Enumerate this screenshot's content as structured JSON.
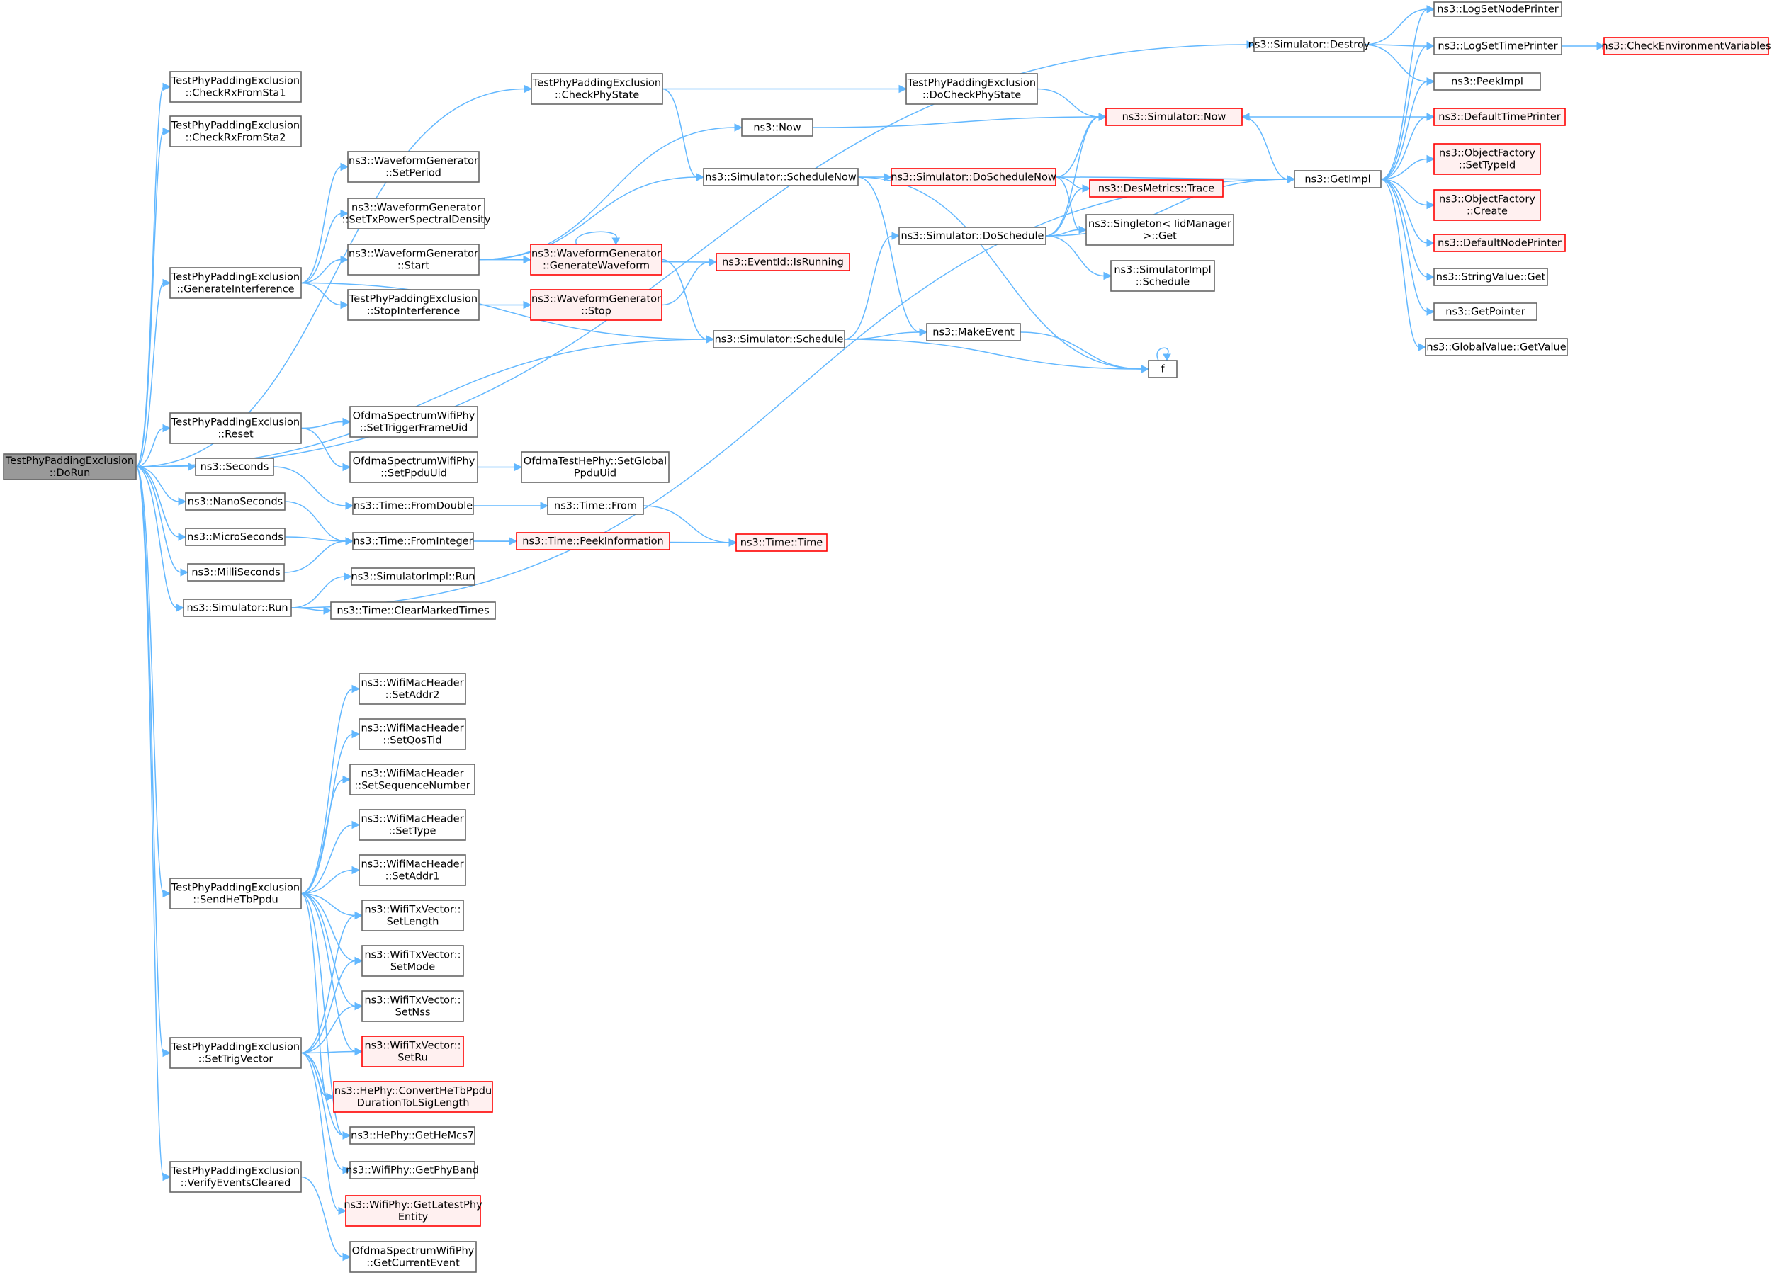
{
  "colors": {
    "edge": "#63b8ff",
    "node_border": "#666666",
    "node_fill": "#ffffff",
    "root_fill": "#999999",
    "truncated_border": "#ff0000",
    "truncated_fill": "#fff0f0",
    "text": "#000000"
  },
  "nodes": [
    {
      "id": "root",
      "lines": [
        "TestPhyPaddingExclusion",
        "::DoRun"
      ],
      "style": "root"
    },
    {
      "id": "checkRxSta1",
      "lines": [
        "TestPhyPaddingExclusion",
        "::CheckRxFromSta1"
      ],
      "style": "normal"
    },
    {
      "id": "checkRxSta2",
      "lines": [
        "TestPhyPaddingExclusion",
        "::CheckRxFromSta2"
      ],
      "style": "normal"
    },
    {
      "id": "checkPhyState",
      "lines": [
        "TestPhyPaddingExclusion",
        "::CheckPhyState"
      ],
      "style": "normal"
    },
    {
      "id": "doCheckPhyState",
      "lines": [
        "TestPhyPaddingExclusion",
        "::DoCheckPhyState"
      ],
      "style": "normal"
    },
    {
      "id": "simDestroy",
      "lines": [
        "ns3::Simulator::Destroy"
      ],
      "style": "normal"
    },
    {
      "id": "logSetNode",
      "lines": [
        "ns3::LogSetNodePrinter"
      ],
      "style": "normal"
    },
    {
      "id": "logSetTime",
      "lines": [
        "ns3::LogSetTimePrinter"
      ],
      "style": "normal"
    },
    {
      "id": "checkEnv",
      "lines": [
        "ns3::CheckEnvironmentVariables"
      ],
      "style": "truncated"
    },
    {
      "id": "peekImpl",
      "lines": [
        "ns3::PeekImpl"
      ],
      "style": "normal"
    },
    {
      "id": "defTimePrinter",
      "lines": [
        "ns3::DefaultTimePrinter"
      ],
      "style": "truncated"
    },
    {
      "id": "ofSetTypeId",
      "lines": [
        "ns3::ObjectFactory",
        "::SetTypeId"
      ],
      "style": "truncated"
    },
    {
      "id": "ofCreate",
      "lines": [
        "ns3::ObjectFactory",
        "::Create"
      ],
      "style": "truncated"
    },
    {
      "id": "defNodePrinter",
      "lines": [
        "ns3::DefaultNodePrinter"
      ],
      "style": "truncated"
    },
    {
      "id": "strValGet",
      "lines": [
        "ns3::StringValue::Get"
      ],
      "style": "normal"
    },
    {
      "id": "getPointer",
      "lines": [
        "ns3::GetPointer"
      ],
      "style": "normal"
    },
    {
      "id": "gvGetValue",
      "lines": [
        "ns3::GlobalValue::GetValue"
      ],
      "style": "normal"
    },
    {
      "id": "getImpl",
      "lines": [
        "ns3::GetImpl"
      ],
      "style": "normal"
    },
    {
      "id": "simNow",
      "lines": [
        "ns3::Simulator::Now"
      ],
      "style": "truncated"
    },
    {
      "id": "now",
      "lines": [
        "ns3::Now"
      ],
      "style": "normal"
    },
    {
      "id": "schedNow",
      "lines": [
        "ns3::Simulator::ScheduleNow"
      ],
      "style": "normal"
    },
    {
      "id": "doSchedNow",
      "lines": [
        "ns3::Simulator::DoScheduleNow"
      ],
      "style": "truncated"
    },
    {
      "id": "desTrace",
      "lines": [
        "ns3::DesMetrics::Trace"
      ],
      "style": "truncated"
    },
    {
      "id": "singletonGet",
      "lines": [
        "ns3::Singleton< IidManager",
        ">::Get"
      ],
      "style": "normal"
    },
    {
      "id": "doSchedule",
      "lines": [
        "ns3::Simulator::DoSchedule"
      ],
      "style": "normal"
    },
    {
      "id": "simImplSchedule",
      "lines": [
        "ns3::SimulatorImpl",
        "::Schedule"
      ],
      "style": "normal"
    },
    {
      "id": "wgSetPeriod",
      "lines": [
        "ns3::WaveformGenerator",
        "::SetPeriod"
      ],
      "style": "normal"
    },
    {
      "id": "wgSetTxPsd",
      "lines": [
        "ns3::WaveformGenerator",
        "::SetTxPowerSpectralDensity"
      ],
      "style": "normal"
    },
    {
      "id": "wgStart",
      "lines": [
        "ns3::WaveformGenerator",
        "::Start"
      ],
      "style": "normal"
    },
    {
      "id": "wgGenWave",
      "lines": [
        "ns3::WaveformGenerator",
        "::GenerateWaveform"
      ],
      "style": "truncated"
    },
    {
      "id": "eventIsRunning",
      "lines": [
        "ns3::EventId::IsRunning"
      ],
      "style": "truncated"
    },
    {
      "id": "genInterf",
      "lines": [
        "TestPhyPaddingExclusion",
        "::GenerateInterference"
      ],
      "style": "normal"
    },
    {
      "id": "stopInterf",
      "lines": [
        "TestPhyPaddingExclusion",
        "::StopInterference"
      ],
      "style": "normal"
    },
    {
      "id": "wgStop",
      "lines": [
        "ns3::WaveformGenerator",
        "::Stop"
      ],
      "style": "truncated"
    },
    {
      "id": "simSchedule",
      "lines": [
        "ns3::Simulator::Schedule"
      ],
      "style": "normal"
    },
    {
      "id": "makeEvent",
      "lines": [
        "ns3::MakeEvent"
      ],
      "style": "normal"
    },
    {
      "id": "f",
      "lines": [
        "f"
      ],
      "style": "normal"
    },
    {
      "id": "reset",
      "lines": [
        "TestPhyPaddingExclusion",
        "::Reset"
      ],
      "style": "normal"
    },
    {
      "id": "setTrigUid",
      "lines": [
        "OfdmaSpectrumWifiPhy",
        "::SetTriggerFrameUid"
      ],
      "style": "normal"
    },
    {
      "id": "setPpduUid",
      "lines": [
        "OfdmaSpectrumWifiPhy",
        "::SetPpduUid"
      ],
      "style": "normal"
    },
    {
      "id": "setGlobalPpdu",
      "lines": [
        "OfdmaTestHePhy::SetGlobal",
        "PpduUid"
      ],
      "style": "normal"
    },
    {
      "id": "seconds",
      "lines": [
        "ns3::Seconds"
      ],
      "style": "normal"
    },
    {
      "id": "nanoSeconds",
      "lines": [
        "ns3::NanoSeconds"
      ],
      "style": "normal"
    },
    {
      "id": "microSeconds",
      "lines": [
        "ns3::MicroSeconds"
      ],
      "style": "normal"
    },
    {
      "id": "milliSeconds",
      "lines": [
        "ns3::MilliSeconds"
      ],
      "style": "normal"
    },
    {
      "id": "fromDouble",
      "lines": [
        "ns3::Time::FromDouble"
      ],
      "style": "normal"
    },
    {
      "id": "timeFrom",
      "lines": [
        "ns3::Time::From"
      ],
      "style": "normal"
    },
    {
      "id": "fromInteger",
      "lines": [
        "ns3::Time::FromInteger"
      ],
      "style": "normal"
    },
    {
      "id": "peekInfo",
      "lines": [
        "ns3::Time::PeekInformation"
      ],
      "style": "truncated"
    },
    {
      "id": "timeTime",
      "lines": [
        "ns3::Time::Time"
      ],
      "style": "truncated"
    },
    {
      "id": "simRun",
      "lines": [
        "ns3::Simulator::Run"
      ],
      "style": "normal"
    },
    {
      "id": "simImplRun",
      "lines": [
        "ns3::SimulatorImpl::Run"
      ],
      "style": "normal"
    },
    {
      "id": "clearMarked",
      "lines": [
        "ns3::Time::ClearMarkedTimes"
      ],
      "style": "normal"
    },
    {
      "id": "sendHeTbPpdu",
      "lines": [
        "TestPhyPaddingExclusion",
        "::SendHeTbPpdu"
      ],
      "style": "normal"
    },
    {
      "id": "setAddr2",
      "lines": [
        "ns3::WifiMacHeader",
        "::SetAddr2"
      ],
      "style": "normal"
    },
    {
      "id": "setQosTid",
      "lines": [
        "ns3::WifiMacHeader",
        "::SetQosTid"
      ],
      "style": "normal"
    },
    {
      "id": "setSeqNum",
      "lines": [
        "ns3::WifiMacHeader",
        "::SetSequenceNumber"
      ],
      "style": "normal"
    },
    {
      "id": "setType",
      "lines": [
        "ns3::WifiMacHeader",
        "::SetType"
      ],
      "style": "normal"
    },
    {
      "id": "setAddr1",
      "lines": [
        "ns3::WifiMacHeader",
        "::SetAddr1"
      ],
      "style": "normal"
    },
    {
      "id": "setLength",
      "lines": [
        "ns3::WifiTxVector::",
        "SetLength"
      ],
      "style": "normal"
    },
    {
      "id": "setMode",
      "lines": [
        "ns3::WifiTxVector::",
        "SetMode"
      ],
      "style": "normal"
    },
    {
      "id": "setNss",
      "lines": [
        "ns3::WifiTxVector::",
        "SetNss"
      ],
      "style": "normal"
    },
    {
      "id": "setRu",
      "lines": [
        "ns3::WifiTxVector::",
        "SetRu"
      ],
      "style": "truncated"
    },
    {
      "id": "convertHeTb",
      "lines": [
        "ns3::HePhy::ConvertHeTbPpdu",
        "DurationToLSigLength"
      ],
      "style": "truncated"
    },
    {
      "id": "getHeMcs7",
      "lines": [
        "ns3::HePhy::GetHeMcs7"
      ],
      "style": "normal"
    },
    {
      "id": "getPhyBand",
      "lines": [
        "ns3::WifiPhy::GetPhyBand"
      ],
      "style": "normal"
    },
    {
      "id": "getLatestPhy",
      "lines": [
        "ns3::WifiPhy::GetLatestPhy",
        "Entity"
      ],
      "style": "truncated"
    },
    {
      "id": "setTrigVector",
      "lines": [
        "TestPhyPaddingExclusion",
        "::SetTrigVector"
      ],
      "style": "normal"
    },
    {
      "id": "verifyEvents",
      "lines": [
        "TestPhyPaddingExclusion",
        "::VerifyEventsCleared"
      ],
      "style": "normal"
    },
    {
      "id": "getCurrentEvent",
      "lines": [
        "OfdmaSpectrumWifiPhy",
        "::GetCurrentEvent"
      ],
      "style": "normal"
    }
  ],
  "edges": [
    [
      "root",
      "simDestroy"
    ],
    [
      "root",
      "checkRxSta1"
    ],
    [
      "root",
      "checkRxSta2"
    ],
    [
      "root",
      "checkPhyState"
    ],
    [
      "root",
      "genInterf"
    ],
    [
      "root",
      "simSchedule"
    ],
    [
      "root",
      "reset"
    ],
    [
      "root",
      "seconds"
    ],
    [
      "root",
      "nanoSeconds"
    ],
    [
      "root",
      "microSeconds"
    ],
    [
      "root",
      "milliSeconds"
    ],
    [
      "root",
      "simRun"
    ],
    [
      "root",
      "sendHeTbPpdu"
    ],
    [
      "root",
      "setTrigVector"
    ],
    [
      "root",
      "verifyEvents"
    ],
    [
      "checkPhyState",
      "doCheckPhyState"
    ],
    [
      "checkPhyState",
      "schedNow"
    ],
    [
      "doCheckPhyState",
      "simNow"
    ],
    [
      "simDestroy",
      "logSetNode"
    ],
    [
      "simDestroy",
      "logSetTime"
    ],
    [
      "simDestroy",
      "peekImpl"
    ],
    [
      "logSetTime",
      "checkEnv"
    ],
    [
      "getImpl",
      "logSetNode"
    ],
    [
      "getImpl",
      "logSetTime"
    ],
    [
      "getImpl",
      "peekImpl"
    ],
    [
      "getImpl",
      "defTimePrinter"
    ],
    [
      "getImpl",
      "ofSetTypeId"
    ],
    [
      "getImpl",
      "ofCreate"
    ],
    [
      "getImpl",
      "defNodePrinter"
    ],
    [
      "getImpl",
      "strValGet"
    ],
    [
      "getImpl",
      "getPointer"
    ],
    [
      "getImpl",
      "gvGetValue"
    ],
    [
      "defTimePrinter",
      "simNow"
    ],
    [
      "simNow",
      "getImpl"
    ],
    [
      "now",
      "simNow"
    ],
    [
      "schedNow",
      "doSchedNow"
    ],
    [
      "schedNow",
      "makeEvent"
    ],
    [
      "schedNow",
      "f"
    ],
    [
      "doSchedNow",
      "getImpl"
    ],
    [
      "doSchedNow",
      "simNow"
    ],
    [
      "doSchedNow",
      "desTrace"
    ],
    [
      "doSchedNow",
      "singletonGet"
    ],
    [
      "doSchedule",
      "simNow"
    ],
    [
      "doSchedule",
      "desTrace"
    ],
    [
      "doSchedule",
      "singletonGet"
    ],
    [
      "doSchedule",
      "simImplSchedule"
    ],
    [
      "doSchedule",
      "getImpl"
    ],
    [
      "genInterf",
      "wgSetPeriod"
    ],
    [
      "genInterf",
      "wgSetTxPsd"
    ],
    [
      "genInterf",
      "wgStart"
    ],
    [
      "genInterf",
      "stopInterf"
    ],
    [
      "genInterf",
      "simSchedule"
    ],
    [
      "wgStart",
      "now"
    ],
    [
      "wgStart",
      "schedNow"
    ],
    [
      "wgStart",
      "eventIsRunning"
    ],
    [
      "wgStart",
      "wgGenWave"
    ],
    [
      "wgGenWave",
      "wgGenWave"
    ],
    [
      "wgGenWave",
      "simSchedule"
    ],
    [
      "stopInterf",
      "wgStop"
    ],
    [
      "wgStop",
      "eventIsRunning"
    ],
    [
      "simSchedule",
      "doSchedule"
    ],
    [
      "simSchedule",
      "makeEvent"
    ],
    [
      "simSchedule",
      "f"
    ],
    [
      "makeEvent",
      "f"
    ],
    [
      "f",
      "f"
    ],
    [
      "reset",
      "setTrigUid"
    ],
    [
      "reset",
      "setPpduUid"
    ],
    [
      "setPpduUid",
      "setGlobalPpdu"
    ],
    [
      "seconds",
      "fromDouble"
    ],
    [
      "nanoSeconds",
      "fromInteger"
    ],
    [
      "microSeconds",
      "fromInteger"
    ],
    [
      "milliSeconds",
      "fromInteger"
    ],
    [
      "fromDouble",
      "timeFrom"
    ],
    [
      "timeFrom",
      "timeTime"
    ],
    [
      "fromInteger",
      "peekInfo"
    ],
    [
      "fromInteger",
      "timeTime"
    ],
    [
      "simRun",
      "simImplRun"
    ],
    [
      "simRun",
      "clearMarked"
    ],
    [
      "simRun",
      "getImpl"
    ],
    [
      "sendHeTbPpdu",
      "setAddr2"
    ],
    [
      "sendHeTbPpdu",
      "setQosTid"
    ],
    [
      "sendHeTbPpdu",
      "setSeqNum"
    ],
    [
      "sendHeTbPpdu",
      "setType"
    ],
    [
      "sendHeTbPpdu",
      "setAddr1"
    ],
    [
      "sendHeTbPpdu",
      "setLength"
    ],
    [
      "sendHeTbPpdu",
      "setMode"
    ],
    [
      "sendHeTbPpdu",
      "setNss"
    ],
    [
      "sendHeTbPpdu",
      "setRu"
    ],
    [
      "sendHeTbPpdu",
      "convertHeTb"
    ],
    [
      "sendHeTbPpdu",
      "getHeMcs7"
    ],
    [
      "setTrigVector",
      "setLength"
    ],
    [
      "setTrigVector",
      "setMode"
    ],
    [
      "setTrigVector",
      "setNss"
    ],
    [
      "setTrigVector",
      "setRu"
    ],
    [
      "setTrigVector",
      "convertHeTb"
    ],
    [
      "setTrigVector",
      "getHeMcs7"
    ],
    [
      "setTrigVector",
      "getPhyBand"
    ],
    [
      "setTrigVector",
      "getLatestPhy"
    ],
    [
      "verifyEvents",
      "getCurrentEvent"
    ]
  ]
}
